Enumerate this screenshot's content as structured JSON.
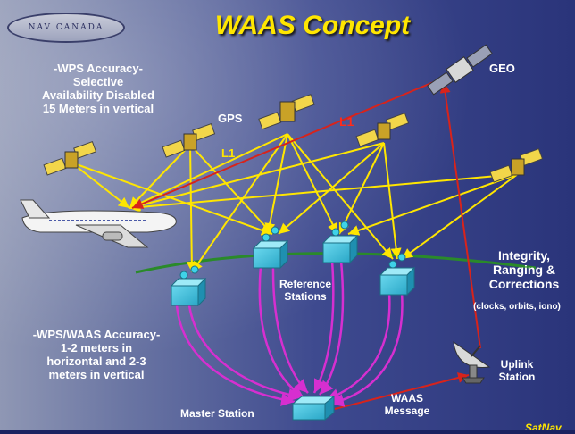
{
  "header": {
    "logo_text": "NAV CANADA",
    "title": "WAAS Concept"
  },
  "labels": {
    "wps_accuracy": [
      "-WPS Accuracy-",
      "Selective",
      "Availability Disabled",
      "15 Meters in vertical"
    ],
    "waas_accuracy": [
      "-WPS/WAAS Accuracy-",
      "1-2 meters in",
      "horizontal and 2-3",
      "meters in vertical"
    ],
    "gps": "GPS",
    "geo": "GEO",
    "l1_yellow": "L1",
    "l1_red": "L1",
    "reference_stations": [
      "Reference",
      "Stations"
    ],
    "integrity": [
      "Integrity,",
      "Ranging &",
      "Corrections"
    ],
    "integrity_detail": "(clocks, orbits, iono)",
    "uplink": [
      "Uplink",
      "Station"
    ],
    "master_station": "Master Station",
    "waas_message": [
      "WAAS",
      "Message"
    ],
    "brand": "SatNav"
  },
  "colors": {
    "signal_yellow": "#ffe600",
    "uplink_red": "#d8231b",
    "ground_link_magenta": "#d62fd0",
    "horizon_green": "#2a8a2a",
    "station_cyan": "#3fd2e8"
  },
  "icons": [
    "satellite-icon",
    "airplane-icon",
    "reference-station-icon",
    "master-station-icon",
    "satellite-dish-icon"
  ]
}
